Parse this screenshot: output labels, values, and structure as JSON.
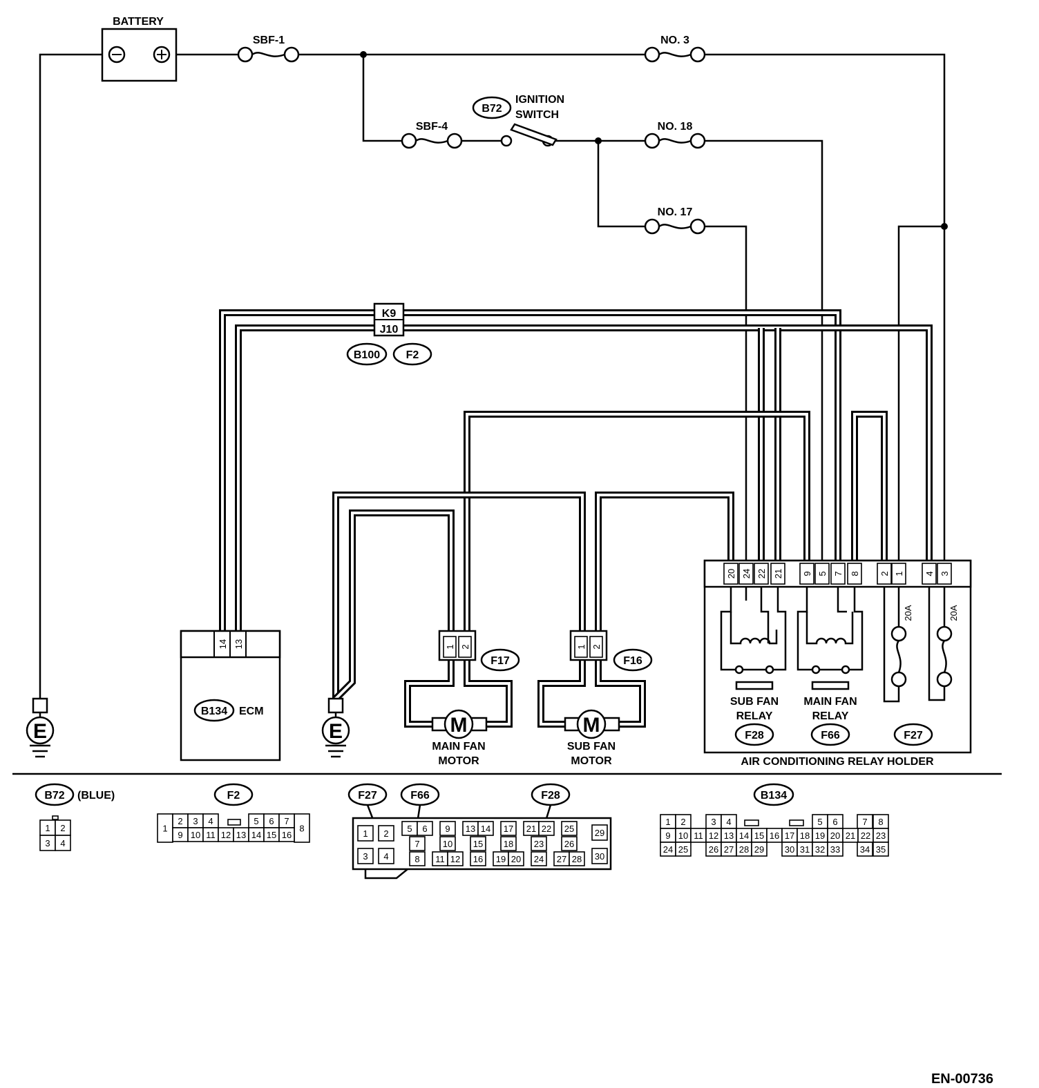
{
  "circuit": {
    "battery": "BATTERY",
    "fuses": {
      "sbf1": "SBF-1",
      "sbf4": "SBF-4",
      "no3": "NO. 3",
      "no18": "NO. 18",
      "no17": "NO. 17",
      "amp_a": "20A",
      "amp_b": "20A"
    },
    "ignition": {
      "code": "B72",
      "label1": "IGNITION",
      "label2": "SWITCH"
    },
    "joint": {
      "pin_a": "K9",
      "pin_b": "J10",
      "code_a": "B100",
      "code_b": "F2"
    },
    "ecm": {
      "code": "B134",
      "label": "ECM",
      "pins": [
        "14",
        "13"
      ]
    },
    "ground": "E",
    "main_fan_motor": {
      "symbol": "M",
      "label1": "MAIN FAN",
      "label2": "MOTOR",
      "connector": "F17",
      "pins": [
        "1",
        "2"
      ]
    },
    "sub_fan_motor": {
      "symbol": "M",
      "label1": "SUB FAN",
      "label2": "MOTOR",
      "connector": "F16",
      "pins": [
        "1",
        "2"
      ]
    },
    "relay_holder": {
      "title": "AIR CONDITIONING RELAY HOLDER",
      "pins": [
        "20",
        "24",
        "22",
        "21",
        "9",
        "5",
        "7",
        "8",
        "2",
        "1",
        "4",
        "3"
      ],
      "sub_fan_relay": {
        "label1": "SUB FAN",
        "label2": "RELAY",
        "code": "F28"
      },
      "main_fan_relay": {
        "label1": "MAIN FAN",
        "label2": "RELAY",
        "code": "F66"
      },
      "fuse_code": "F27"
    }
  },
  "connectors": {
    "b72": {
      "code": "B72",
      "note": "(BLUE)",
      "pins": [
        "1",
        "2",
        "3",
        "4"
      ]
    },
    "f2": {
      "code": "F2",
      "pins": [
        "1",
        "2",
        "3",
        "4",
        "5",
        "6",
        "7",
        "8",
        "9",
        "10",
        "11",
        "12",
        "13",
        "14",
        "15",
        "16"
      ]
    },
    "f27": {
      "code": "F27",
      "pins": [
        "1",
        "2",
        "3",
        "4"
      ]
    },
    "f66": {
      "code": "F66",
      "pins": [
        "5",
        "6",
        "7",
        "8",
        "9",
        "10",
        "11",
        "12",
        "13",
        "14",
        "15",
        "16",
        "17",
        "18",
        "19",
        "20"
      ]
    },
    "f28": {
      "code": "F28",
      "pins": [
        "21",
        "22",
        "23",
        "24",
        "25",
        "26",
        "27",
        "28",
        "29",
        "30"
      ]
    },
    "b134": {
      "code": "B134",
      "pins": [
        "1",
        "2",
        "3",
        "4",
        "5",
        "6",
        "7",
        "8",
        "9",
        "10",
        "11",
        "12",
        "13",
        "14",
        "15",
        "16",
        "17",
        "18",
        "19",
        "20",
        "21",
        "22",
        "23",
        "24",
        "25",
        "26",
        "27",
        "28",
        "29",
        "30",
        "31",
        "32",
        "33",
        "34",
        "35"
      ]
    }
  },
  "figure_id": "EN-00736"
}
